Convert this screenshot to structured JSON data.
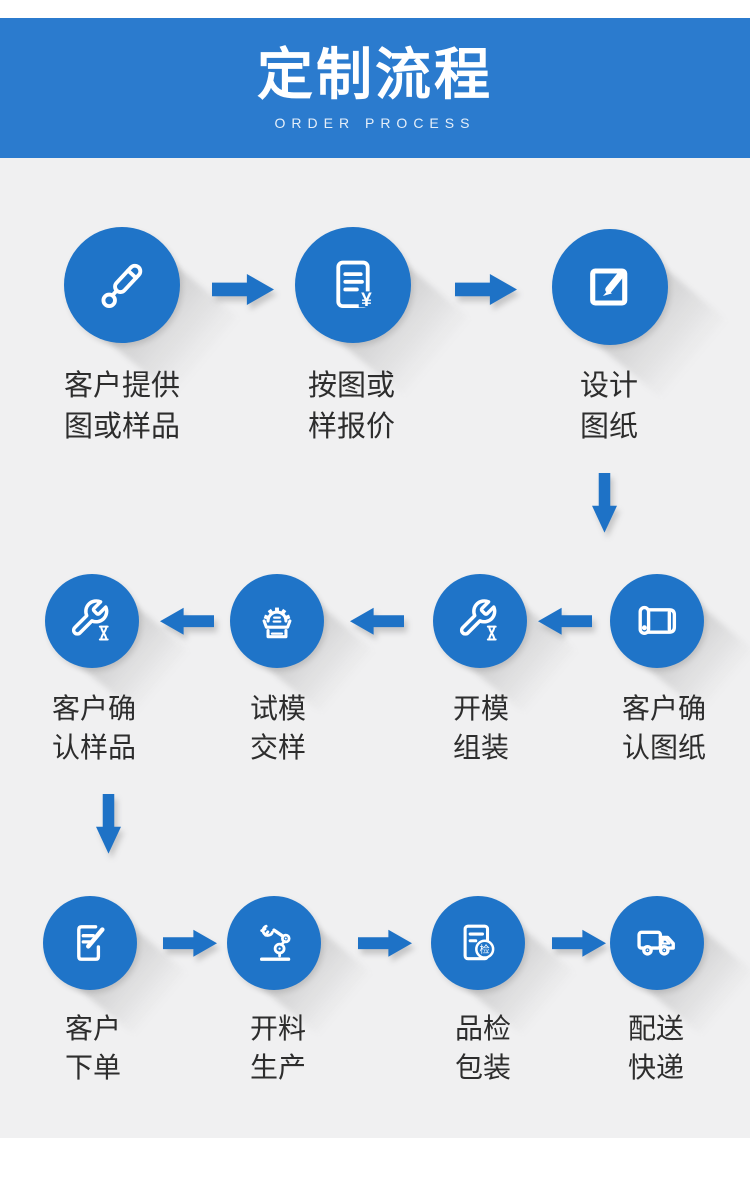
{
  "banner": {
    "title": "定制流程",
    "subtitle": "ORDER PROCESS"
  },
  "colors": {
    "banner_blue": "#2b7bce",
    "node_blue": "#1f74c8",
    "arrow_blue": "#1e72c6",
    "canvas_gray": "#f0f0f1",
    "label_color": "#2d2d2d",
    "icon_white": "#ffffff"
  },
  "steps": [
    {
      "order": 1,
      "icon": "pen-tool-icon",
      "line1": "客户提供",
      "line2": "图或样品"
    },
    {
      "order": 2,
      "icon": "quotation-doc-icon",
      "line1": "按图或",
      "line2": "样报价",
      "currency_symbol": "¥"
    },
    {
      "order": 3,
      "icon": "design-edit-icon",
      "line1": "设计",
      "line2": "图纸"
    },
    {
      "order": 4,
      "icon": "blueprint-scroll-icon",
      "line1": "客户确",
      "line2": "认图纸"
    },
    {
      "order": 5,
      "icon": "wrench-hourglass-icon",
      "line1": "开模",
      "line2": "组装"
    },
    {
      "order": 6,
      "icon": "mold-gear-icon",
      "line1": "试模",
      "line2": "交样"
    },
    {
      "order": 7,
      "icon": "wrench-hourglass-icon",
      "line1": "客户确",
      "line2": "认样品"
    },
    {
      "order": 8,
      "icon": "order-form-icon",
      "line1": "客户",
      "line2": "下单"
    },
    {
      "order": 9,
      "icon": "robot-arm-icon",
      "line1": "开料",
      "line2": "生产"
    },
    {
      "order": 10,
      "icon": "inspection-doc-icon",
      "line1": "品检",
      "line2": "包装",
      "badge": "检"
    },
    {
      "order": 11,
      "icon": "delivery-truck-icon",
      "line1": "配送",
      "line2": "快递"
    }
  ]
}
